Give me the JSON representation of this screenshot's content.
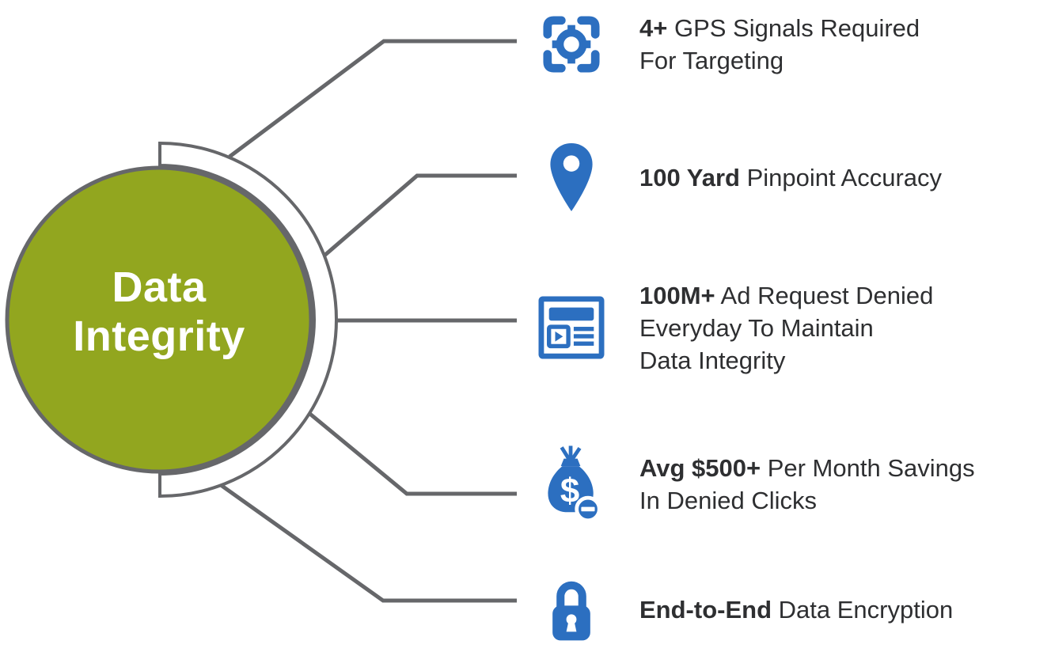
{
  "center": {
    "title_line1": "Data",
    "title_line2": "Integrity"
  },
  "items": [
    {
      "icon": "gps-target-icon",
      "bold": "4+",
      "rest": " GPS Signals Required",
      "line2": "For Targeting"
    },
    {
      "icon": "location-pin-icon",
      "bold": "100 Yard",
      "rest": " Pinpoint Accuracy"
    },
    {
      "icon": "ad-browser-icon",
      "bold": "100M+",
      "rest": " Ad Request Denied",
      "line2": "Everyday To Maintain",
      "line3": "Data Integrity"
    },
    {
      "icon": "money-bag-denied-icon",
      "bold": "Avg $500+",
      "rest": " Per Month Savings",
      "line2": "In Denied Clicks"
    },
    {
      "icon": "lock-icon",
      "bold": "End-to-End",
      "rest": " Data Encryption"
    }
  ],
  "colors": {
    "circle_green": "#92a61f",
    "outline_gray": "#66676a",
    "icon_blue": "#2c6fc0",
    "text_dark": "#2e2f31",
    "title_white": "#ffffff"
  }
}
